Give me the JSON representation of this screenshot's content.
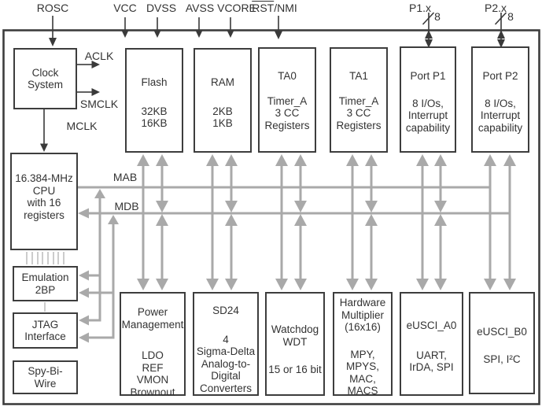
{
  "colors": {
    "bus_gray": "#a9a9a9",
    "line_dark": "#3a3a3a",
    "text": "#333333",
    "background": "#ffffff"
  },
  "pins": {
    "rosc": "ROSC",
    "vcc": "VCC",
    "dvss": "DVSS",
    "avss": "AVSS",
    "vcore": "VCORE",
    "rst_overlined": "RST",
    "rst_rest": "/NMI",
    "p1": {
      "label": "P1.x",
      "bus_width": "8"
    },
    "p2": {
      "label": "P2.x",
      "bus_width": "8"
    }
  },
  "clocks": {
    "aclk": "ACLK",
    "smclk": "SMCLK",
    "mclk": "MCLK"
  },
  "buses": {
    "address": "MAB",
    "data": "MDB"
  },
  "blocks": {
    "clock_system": {
      "lines": [
        "Clock",
        "System"
      ]
    },
    "flash": {
      "lines": [
        "Flash",
        "32KB",
        "16KB"
      ]
    },
    "ram": {
      "lines": [
        "RAM",
        "2KB",
        "1KB"
      ]
    },
    "ta0": {
      "lines": [
        "TA0",
        "Timer_A",
        "3 CC",
        "Registers"
      ]
    },
    "ta1": {
      "lines": [
        "TA1",
        "Timer_A",
        "3 CC",
        "Registers"
      ]
    },
    "port_p1": {
      "lines": [
        "Port P1",
        "8 I/Os,",
        "Interrupt",
        "capability"
      ]
    },
    "port_p2": {
      "lines": [
        "Port P2",
        "8 I/Os,",
        "Interrupt",
        "capability"
      ]
    },
    "cpu": {
      "lines": [
        "16.384-MHz",
        "CPU",
        "with 16",
        "registers"
      ]
    },
    "emulation": {
      "lines": [
        "Emulation",
        "2BP"
      ]
    },
    "jtag": {
      "lines": [
        "JTAG",
        "Interface"
      ]
    },
    "spy_bi_wire": {
      "lines": [
        "Spy-Bi-",
        "Wire"
      ]
    },
    "power_mgmt": {
      "lines": [
        "Power",
        "Management",
        "LDO",
        "REF",
        "VMON",
        "Brownout"
      ]
    },
    "sd24": {
      "lines": [
        "SD24",
        "4",
        "Sigma-Delta",
        "Analog-to-",
        "Digital",
        "Converters"
      ]
    },
    "watchdog": {
      "lines": [
        "Watchdog",
        "WDT",
        "15 or 16 bit"
      ]
    },
    "hw_multiplier": {
      "lines": [
        "Hardware",
        "Multiplier",
        "(16x16)",
        "MPY,",
        "MPYS,",
        "MAC,",
        "MACS"
      ]
    },
    "eusci_a0": {
      "lines": [
        "eUSCI_A0",
        "UART,",
        "IrDA, SPI"
      ]
    },
    "eusci_b0": {
      "lines": [
        "eUSCI_B0",
        "SPI, I²C"
      ]
    }
  }
}
